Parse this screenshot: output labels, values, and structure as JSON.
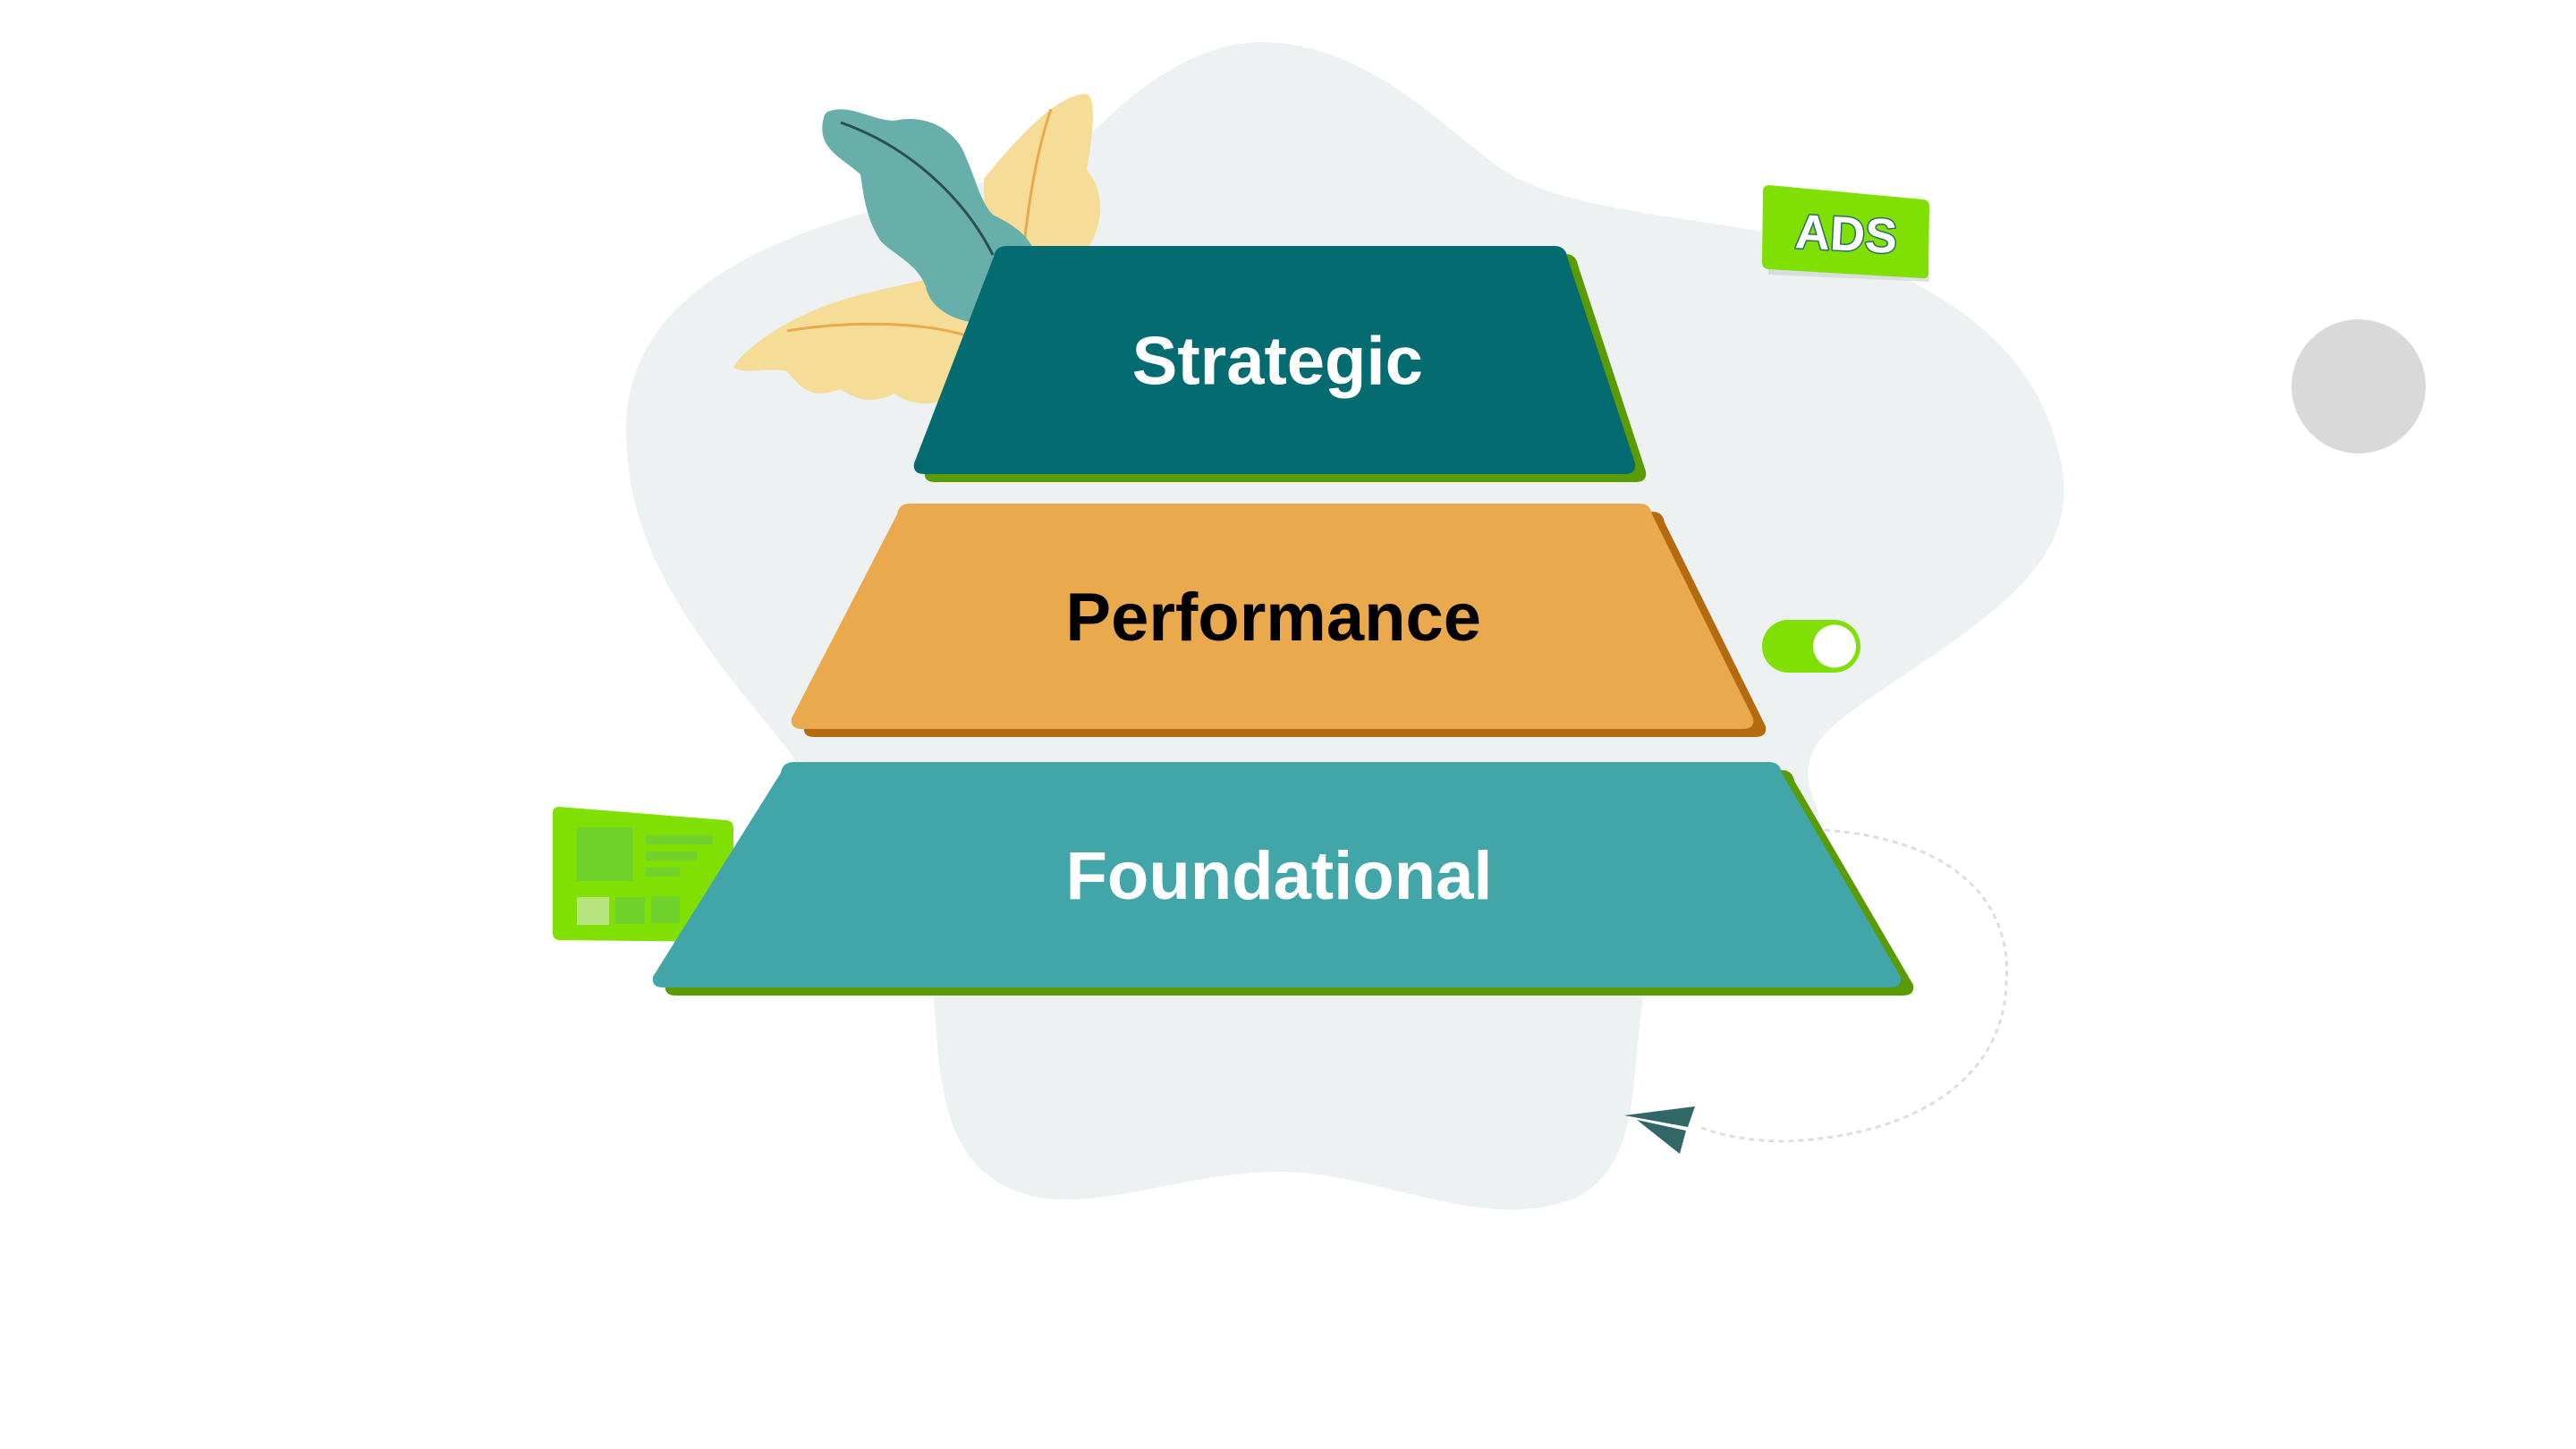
{
  "diagram": {
    "title": "Pyramid of priorities",
    "tiers": [
      {
        "label": "Strategic",
        "level": 1,
        "fill": "#046b70",
        "shadow": "#5a9a02",
        "text_color": "#ffffff"
      },
      {
        "label": "Performance",
        "level": 2,
        "fill": "#eaa94c",
        "shadow": "#b56a10",
        "text_color": "#000000"
      },
      {
        "label": "Foundational",
        "level": 3,
        "fill": "#42a6a9",
        "shadow": "#5a9a02",
        "text_color": "#ffffff"
      }
    ]
  },
  "decorations": {
    "ads_tag": {
      "label": "ADS",
      "color": "#80e004"
    },
    "toggle": {
      "state": "on",
      "color": "#80e004"
    },
    "card_icon": "ad-card-icon",
    "plane_icon": "paper-plane-icon",
    "circle_icon": "gray-circle",
    "leaves_icon": "leaves-illustration"
  },
  "colors": {
    "blob": "#edf1f2",
    "leaf_teal": "#68aeaa",
    "leaf_yellow": "#f6dd97",
    "plane": "#326767",
    "circle": "#d9d9d9"
  }
}
